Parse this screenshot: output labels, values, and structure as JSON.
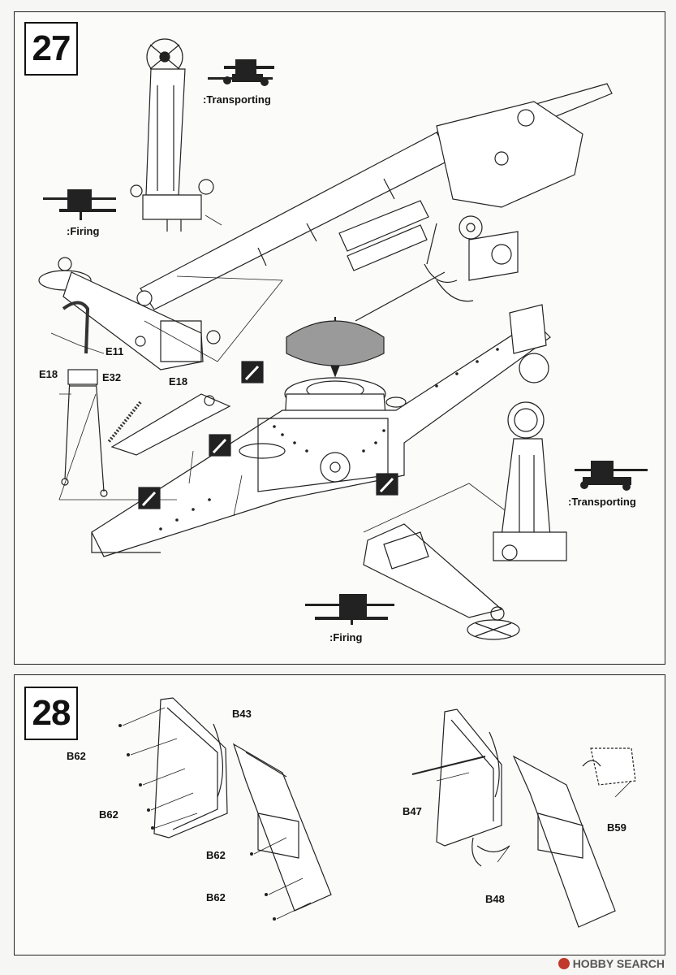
{
  "step27": {
    "number": "27",
    "labels": {
      "transporting_top": ":Transporting",
      "firing_left": ":Firing",
      "transporting_right": ":Transporting",
      "firing_bottom": ":Firing",
      "e11": "E11",
      "e18_left": "E18",
      "e32": "E32",
      "e18_mid": "E18"
    }
  },
  "step28": {
    "number": "28",
    "labels": {
      "b43": "B43",
      "b62_1": "B62",
      "b62_2": "B62",
      "b62_3": "B62",
      "b62_4": "B62",
      "b47": "B47",
      "b59": "B59",
      "b48": "B48"
    }
  },
  "watermark": {
    "text": "HOBBY SEARCH",
    "color": "#c0392b"
  }
}
